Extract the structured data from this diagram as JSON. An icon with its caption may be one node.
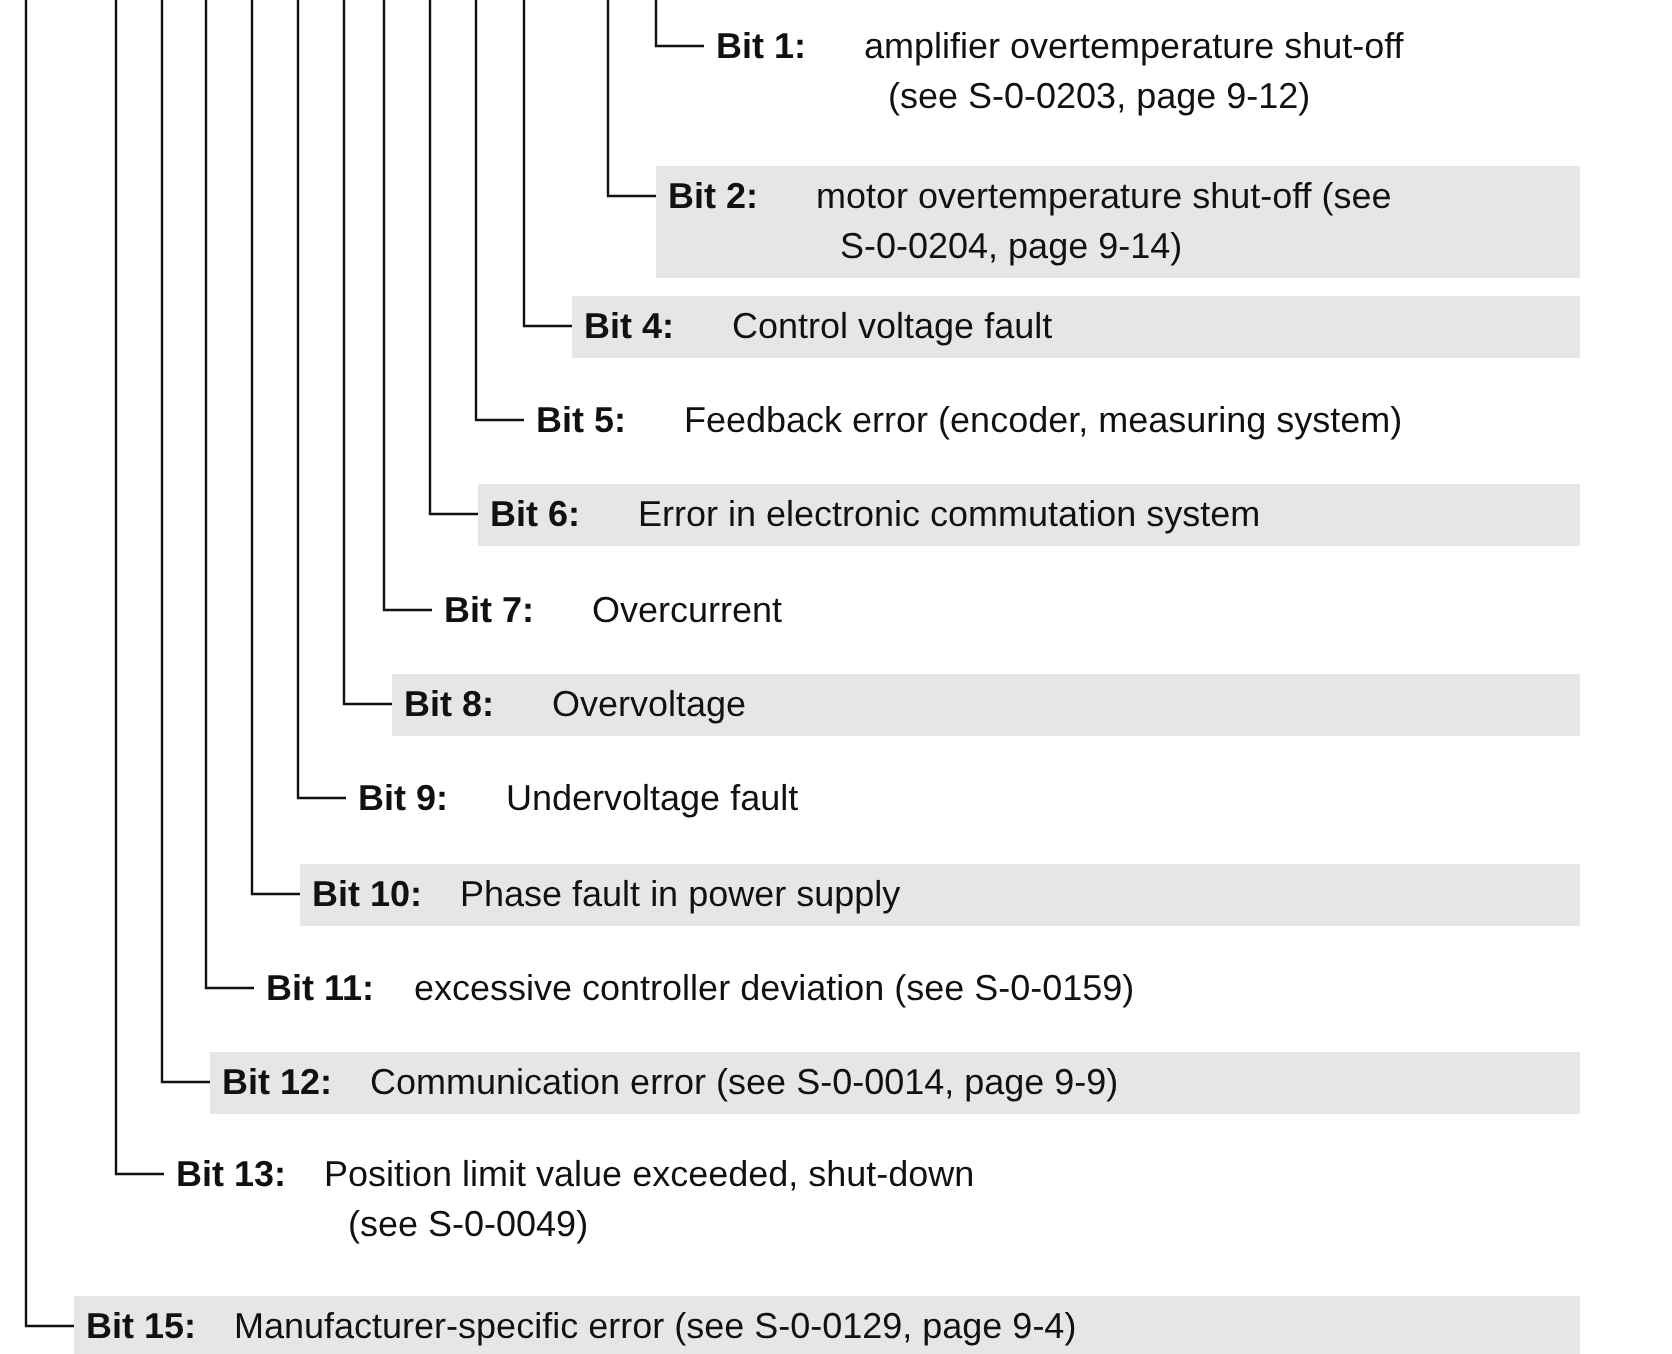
{
  "diagram": {
    "nodes": [
      {
        "text": [
          "Bit 1:",
          "amplifier overtemperature shut-off (see S-0-0203, page 9-12)"
        ]
      },
      {
        "text": [
          "Bit 2:",
          "motor overtemperature shut-off (see S-0-0204, page 9-14)"
        ]
      },
      {
        "text": [
          "Bit 4:",
          "Control voltage fault"
        ]
      },
      {
        "text": [
          "Bit 5:",
          "Feedback error (encoder, measuring system)"
        ]
      },
      {
        "text": [
          "Bit 6:",
          "Error in electronic commutation system"
        ]
      },
      {
        "text": [
          "Bit 7:",
          "Overcurrent"
        ]
      },
      {
        "text": [
          "Bit 8:",
          "Overvoltage"
        ]
      },
      {
        "text": [
          "Bit 9:",
          "Undervoltage fault"
        ]
      },
      {
        "text": [
          "Bit 10:",
          "Phase fault in power supply"
        ]
      },
      {
        "text": [
          "Bit 11:",
          "excessive controller deviation (see S-0-0159)"
        ]
      },
      {
        "text": [
          "Bit 12:",
          "Communication error (see S-0-0014, page 9-9)"
        ]
      },
      {
        "text": [
          "Bit 13:",
          "Position limit value exceeded, shut-down (see S-0-0049)"
        ]
      },
      {
        "text": [
          "Bit 15:",
          "Manufacturer-specific error (see S-0-0129, page 9-4)"
        ]
      }
    ],
    "edges": [
      {
        "from": null,
        "to": 0,
        "arrow": "none"
      },
      {
        "from": null,
        "to": 1,
        "arrow": "none"
      },
      {
        "from": null,
        "to": 2,
        "arrow": "none"
      },
      {
        "from": null,
        "to": 3,
        "arrow": "none"
      },
      {
        "from": null,
        "to": 4,
        "arrow": "none"
      },
      {
        "from": null,
        "to": 5,
        "arrow": "none"
      },
      {
        "from": null,
        "to": 6,
        "arrow": "none"
      },
      {
        "from": null,
        "to": 7,
        "arrow": "none"
      },
      {
        "from": null,
        "to": 8,
        "arrow": "none"
      },
      {
        "from": null,
        "to": 9,
        "arrow": "none"
      },
      {
        "from": null,
        "to": 10,
        "arrow": "none"
      },
      {
        "from": null,
        "to": 11,
        "arrow": "none"
      },
      {
        "from": null,
        "to": 12,
        "arrow": "none"
      }
    ]
  }
}
